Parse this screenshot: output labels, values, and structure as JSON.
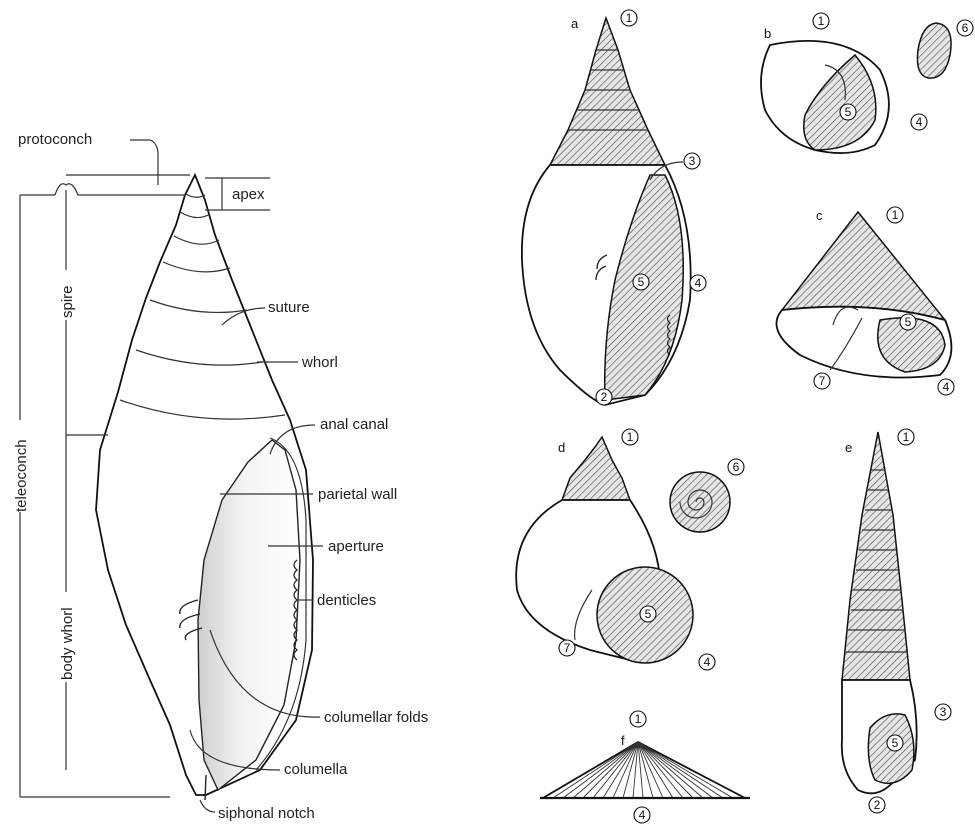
{
  "main_diagram": {
    "labels": {
      "protoconch": "protoconch",
      "apex": "apex",
      "suture": "suture",
      "whorl": "whorl",
      "anal_canal": "anal canal",
      "parietal_wall": "parietal wall",
      "aperture": "aperture",
      "denticles": "denticles",
      "columellar_folds": "columellar folds",
      "columella": "columella",
      "siphonal_notch": "siphonal notch"
    },
    "vertical_labels": {
      "teleoconch": "teleoconch",
      "spire": "spire",
      "body_whorl": "body whorl"
    }
  },
  "panels": {
    "a": {
      "letter": "a",
      "markers": [
        "1",
        "2",
        "3",
        "4",
        "5"
      ]
    },
    "b": {
      "letter": "b",
      "markers": [
        "1",
        "4",
        "5",
        "6"
      ]
    },
    "c": {
      "letter": "c",
      "markers": [
        "1",
        "4",
        "5",
        "7"
      ]
    },
    "d": {
      "letter": "d",
      "markers": [
        "1",
        "4",
        "5",
        "6",
        "7"
      ]
    },
    "e": {
      "letter": "e",
      "markers": [
        "1",
        "2",
        "3",
        "5"
      ]
    },
    "f": {
      "letter": "f",
      "markers": [
        "1",
        "4"
      ]
    }
  }
}
